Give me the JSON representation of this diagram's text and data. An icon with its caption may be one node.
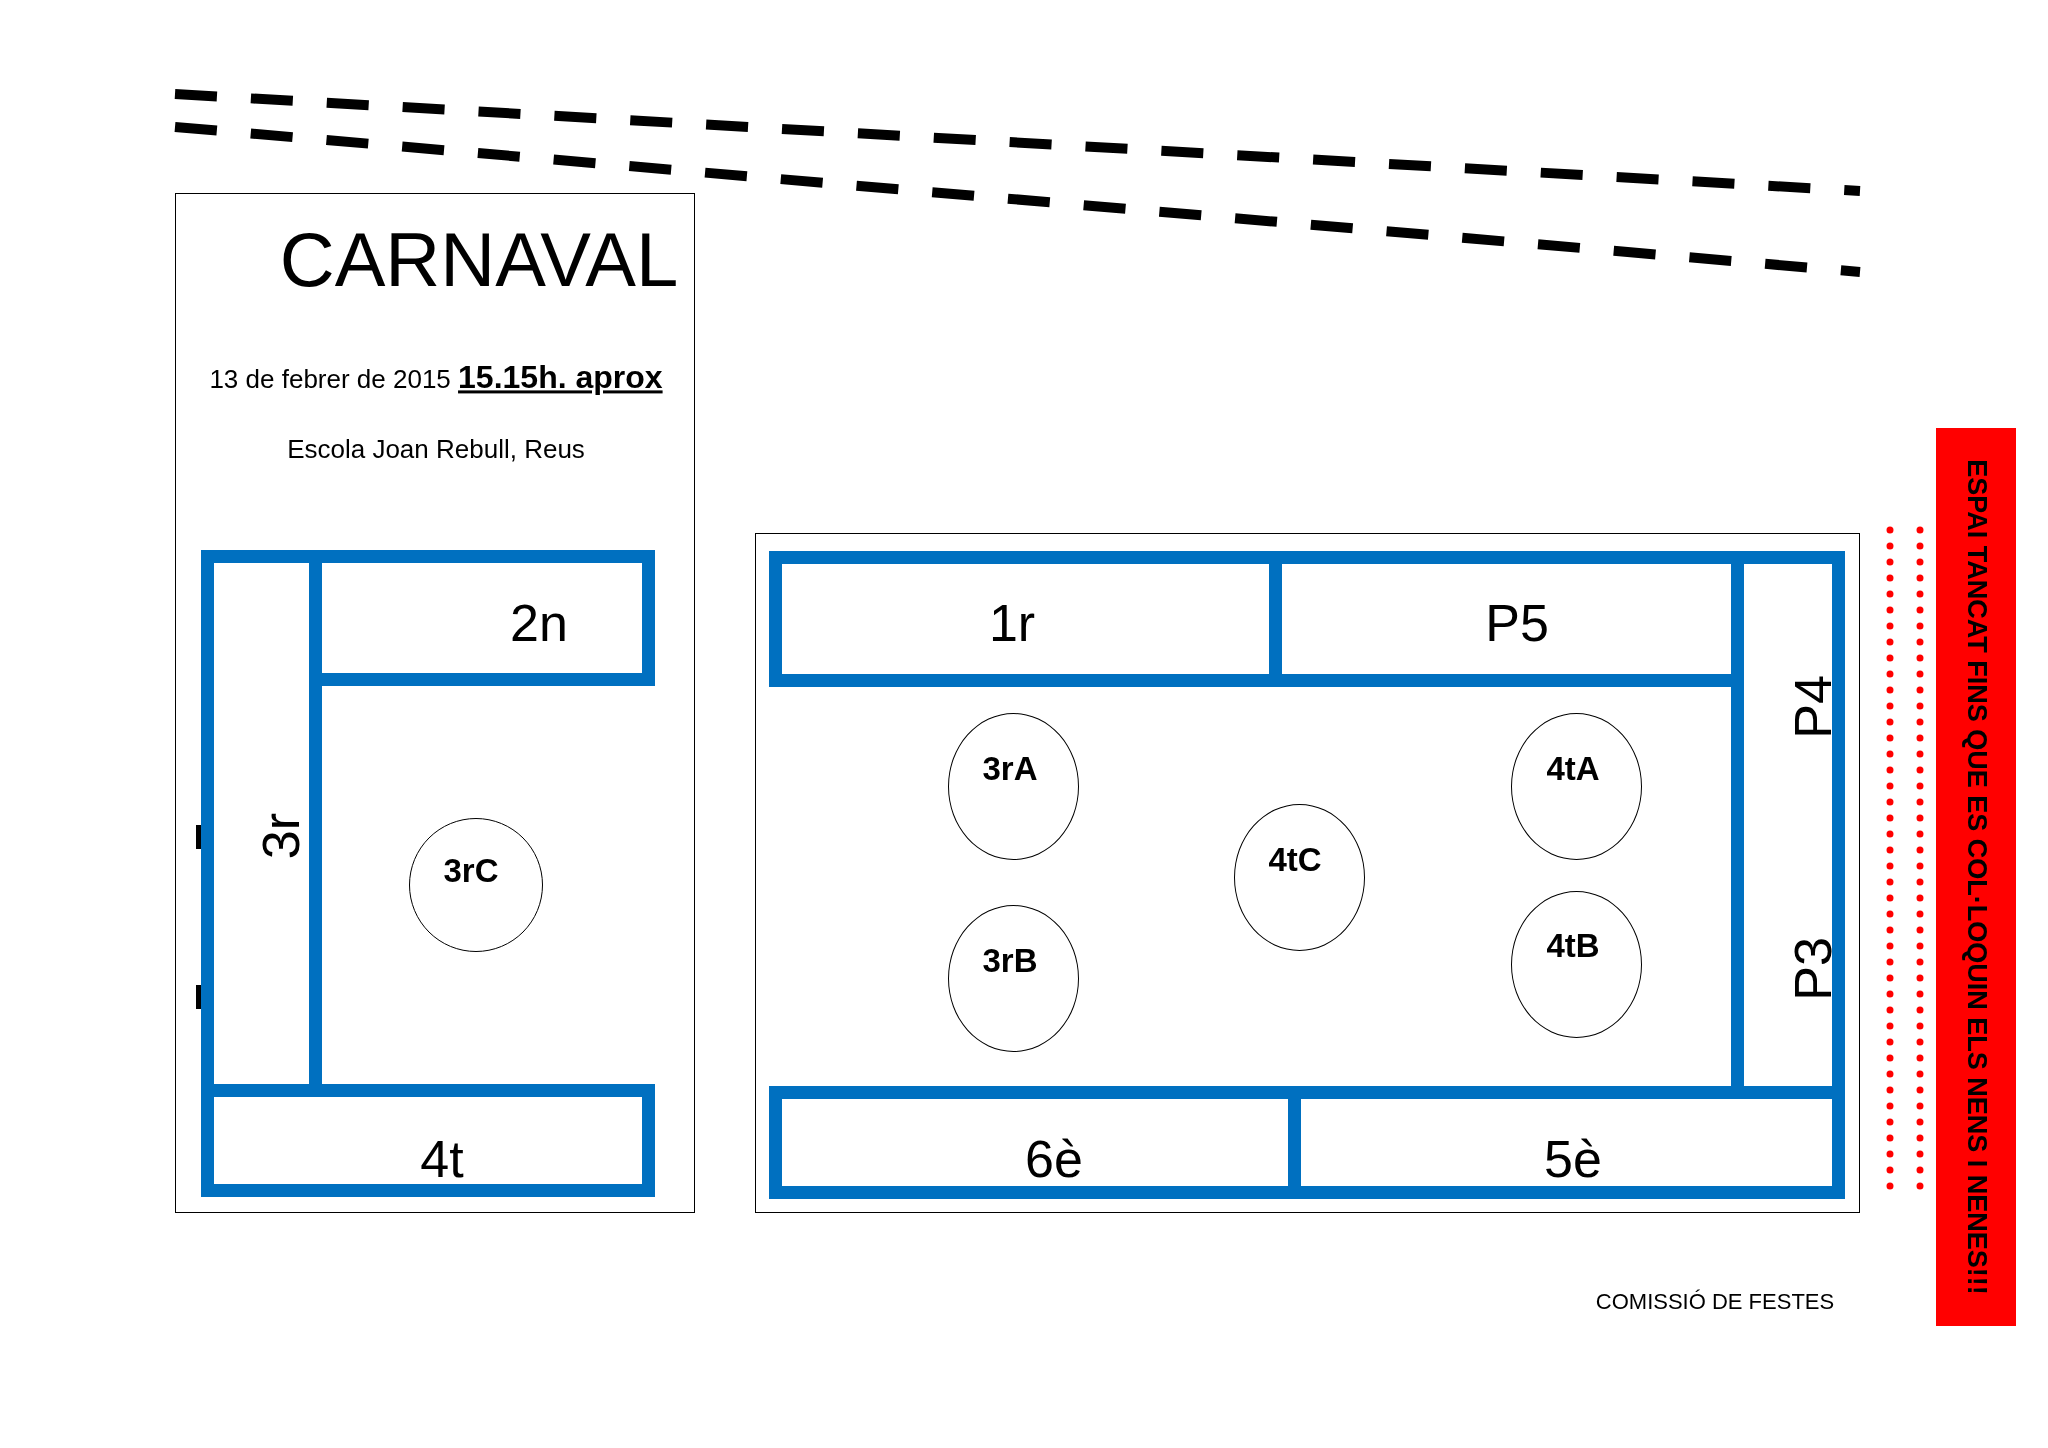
{
  "diagram": {
    "nodes": [
      {
        "text": [
          "CARNAVAL",
          "13 de febrer de 2015 **15.15h. aprox**",
          "Escola Joan Rebull, Reus"
        ]
      },
      {
        "text": [
          "2n"
        ],
        "in": 0
      },
      {
        "text": [
          "3r"
        ],
        "in": 0
      },
      {
        "text": [
          "3rC"
        ],
        "in": 0
      },
      {
        "text": [
          "4t"
        ],
        "in": 0
      },
      {
        "text": [],
        "shape": "box"
      },
      {
        "text": [
          "1r"
        ],
        "in": 5
      },
      {
        "text": [
          "P5"
        ],
        "in": 5
      },
      {
        "text": [
          "P4",
          "P3"
        ],
        "in": 5
      },
      {
        "text": [
          "3rA"
        ],
        "in": 5
      },
      {
        "text": [
          "4tA"
        ],
        "in": 5
      },
      {
        "text": [
          "4tC"
        ],
        "in": 5
      },
      {
        "text": [
          "3rB"
        ],
        "in": 5
      },
      {
        "text": [
          "4tB"
        ],
        "in": 5
      },
      {
        "text": [
          "6è"
        ],
        "in": 5
      },
      {
        "text": [
          "5è"
        ],
        "in": 5
      },
      {
        "text": [
          "ESPAI TANCAT FINS QUE ES COL·LOQUIN ELS NENS I NENES!!!"
        ]
      }
    ],
    "labels": [
      "COMISSIÓ DE FESTES"
    ]
  }
}
